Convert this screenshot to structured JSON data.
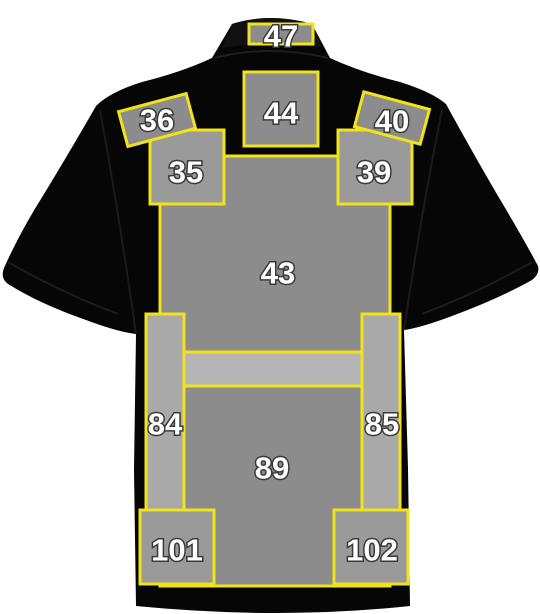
{
  "colors": {
    "background": "#ffffff",
    "garment": "#060606",
    "garment_shadow": "#1c1c1c",
    "zone_fill": "#8c8c8c",
    "zone_fill_light": "#b5b5b5",
    "zone_outline": "#f2e21a",
    "label_fill": "#ffffff",
    "label_outline": "#3a3a3a"
  },
  "garment": {
    "type": "short-sleeve polo shirt",
    "view": "back"
  },
  "zones": {
    "z47": "47",
    "z44": "44",
    "z36": "36",
    "z40": "40",
    "z35": "35",
    "z39": "39",
    "z43": "43",
    "z84": "84",
    "z85": "85",
    "z89": "89",
    "z101": "101",
    "z102": "102"
  }
}
